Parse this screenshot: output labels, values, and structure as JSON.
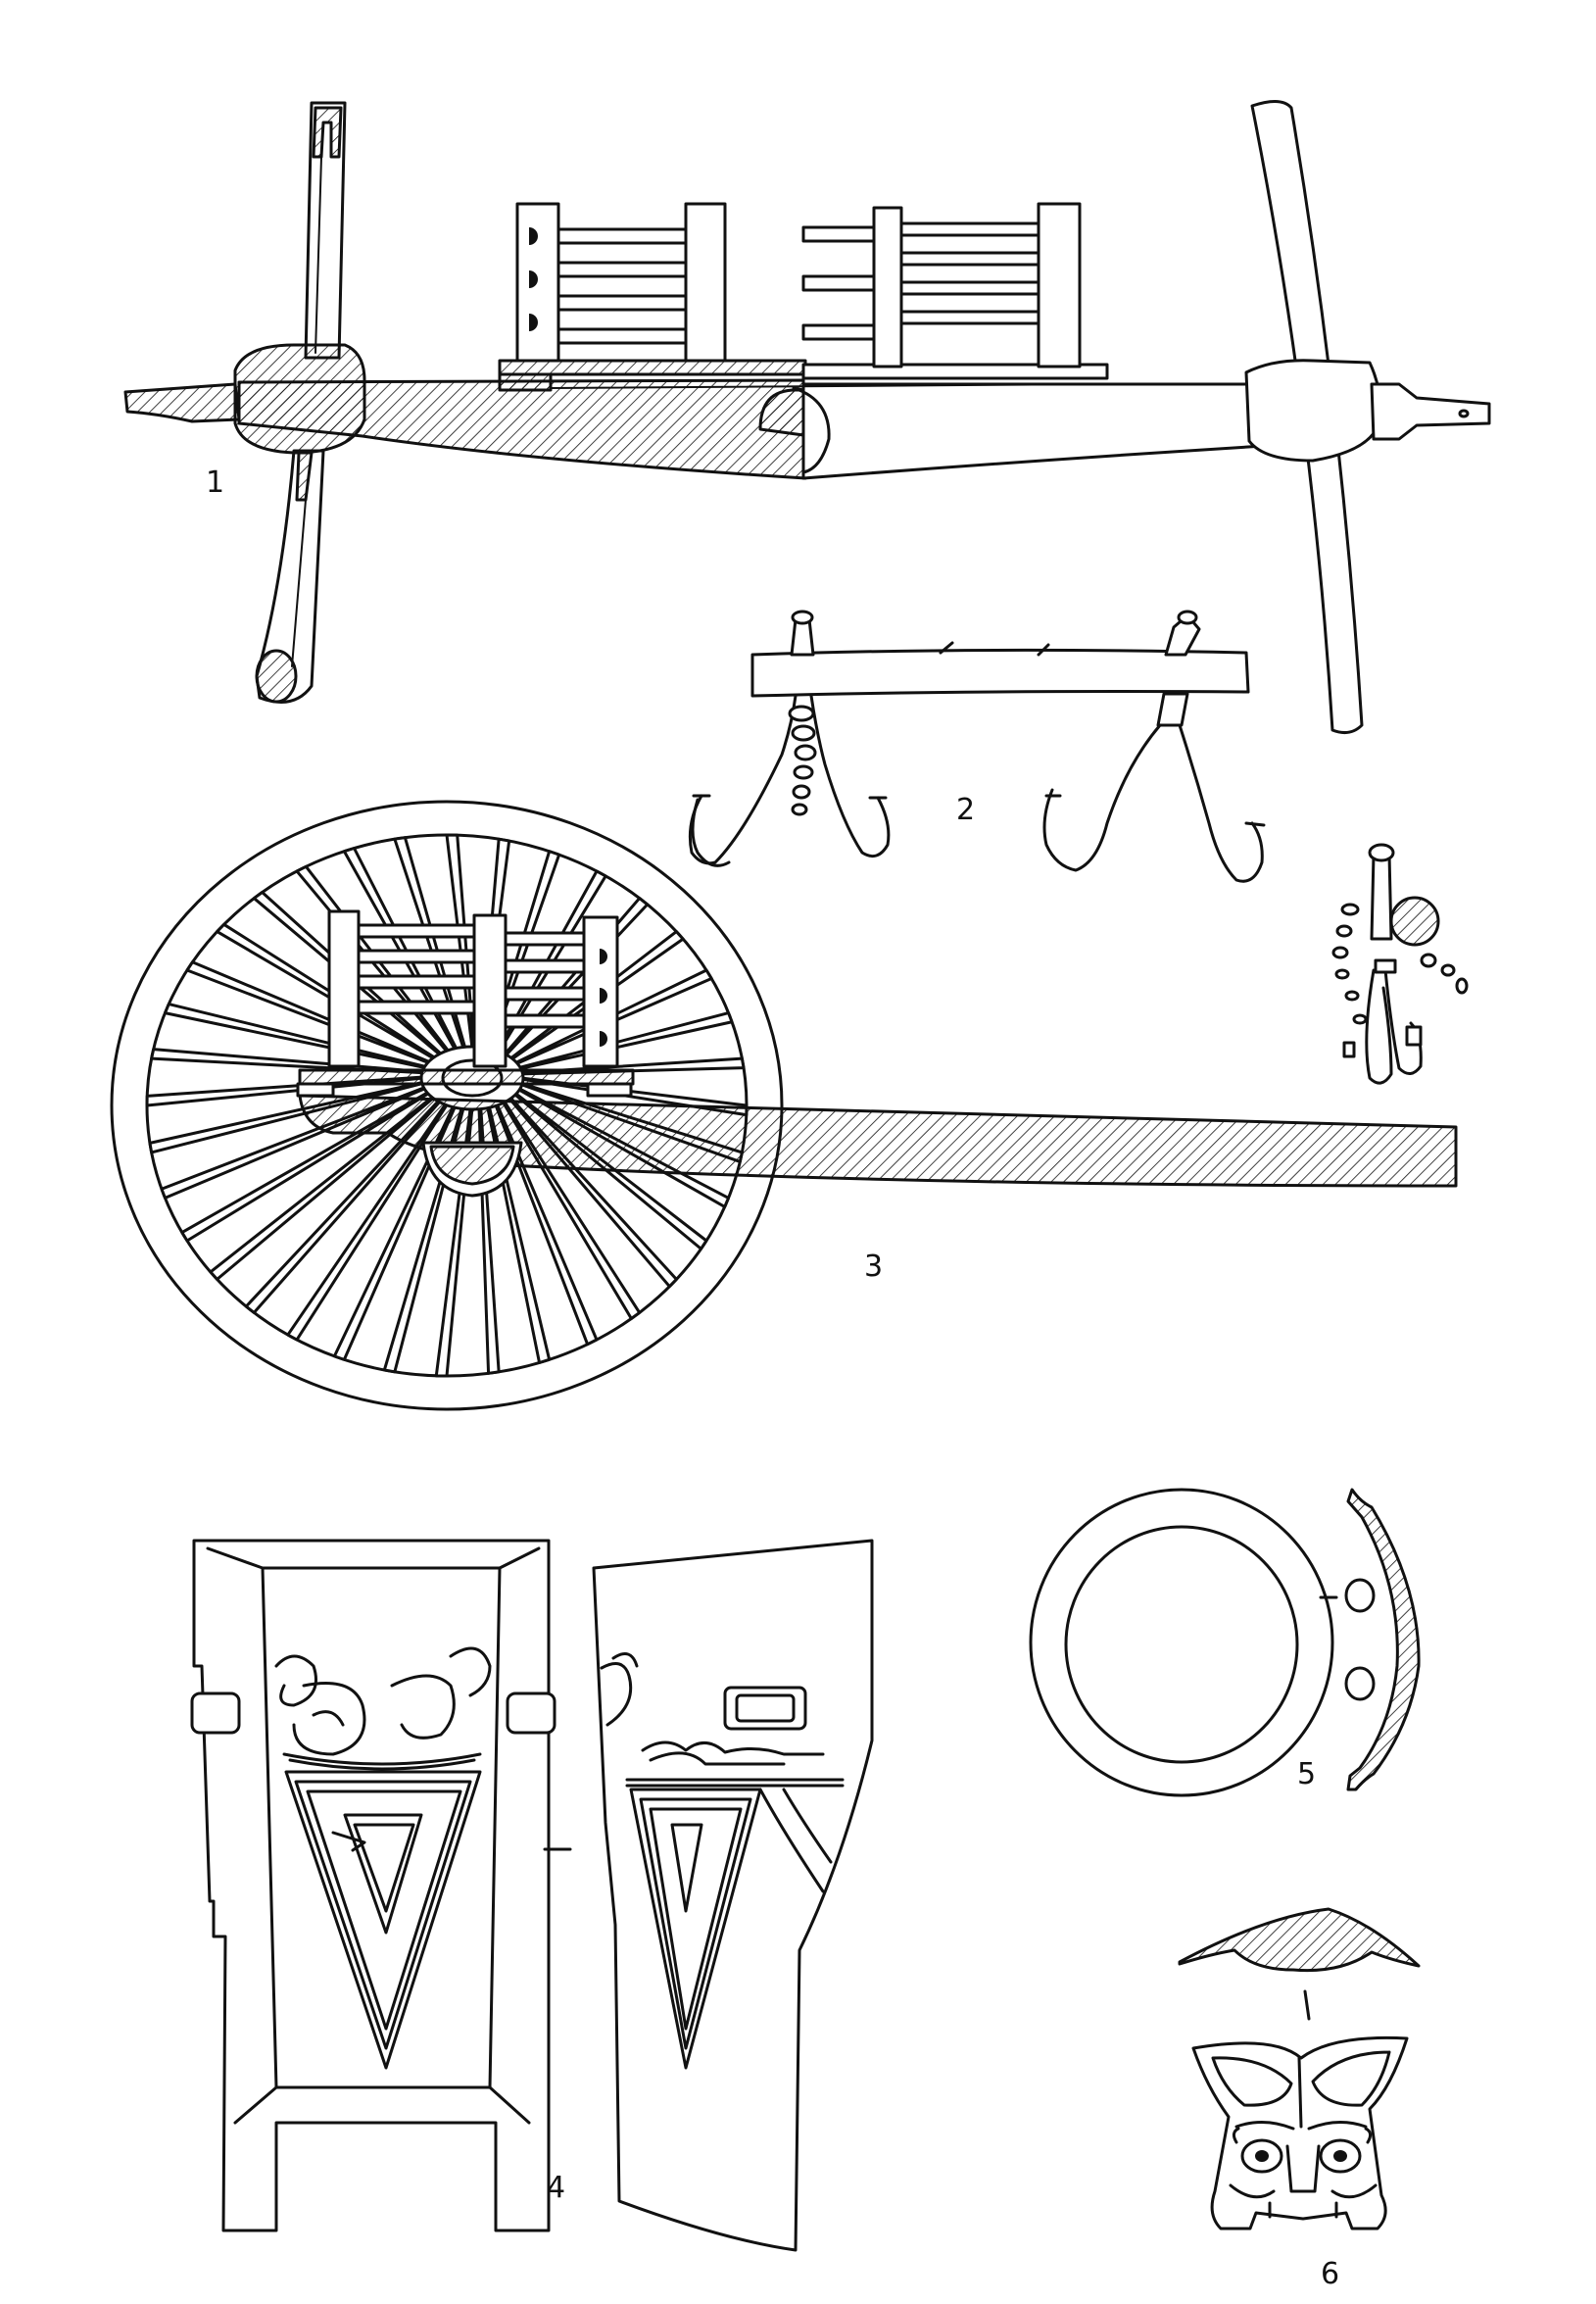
{
  "figure_labels": {
    "fig1": "1",
    "fig2": "2",
    "fig3": "3",
    "fig4": "4",
    "fig5": "5",
    "fig6": "6"
  },
  "colors": {
    "ink": "#111111",
    "paper": "#ffffff"
  }
}
